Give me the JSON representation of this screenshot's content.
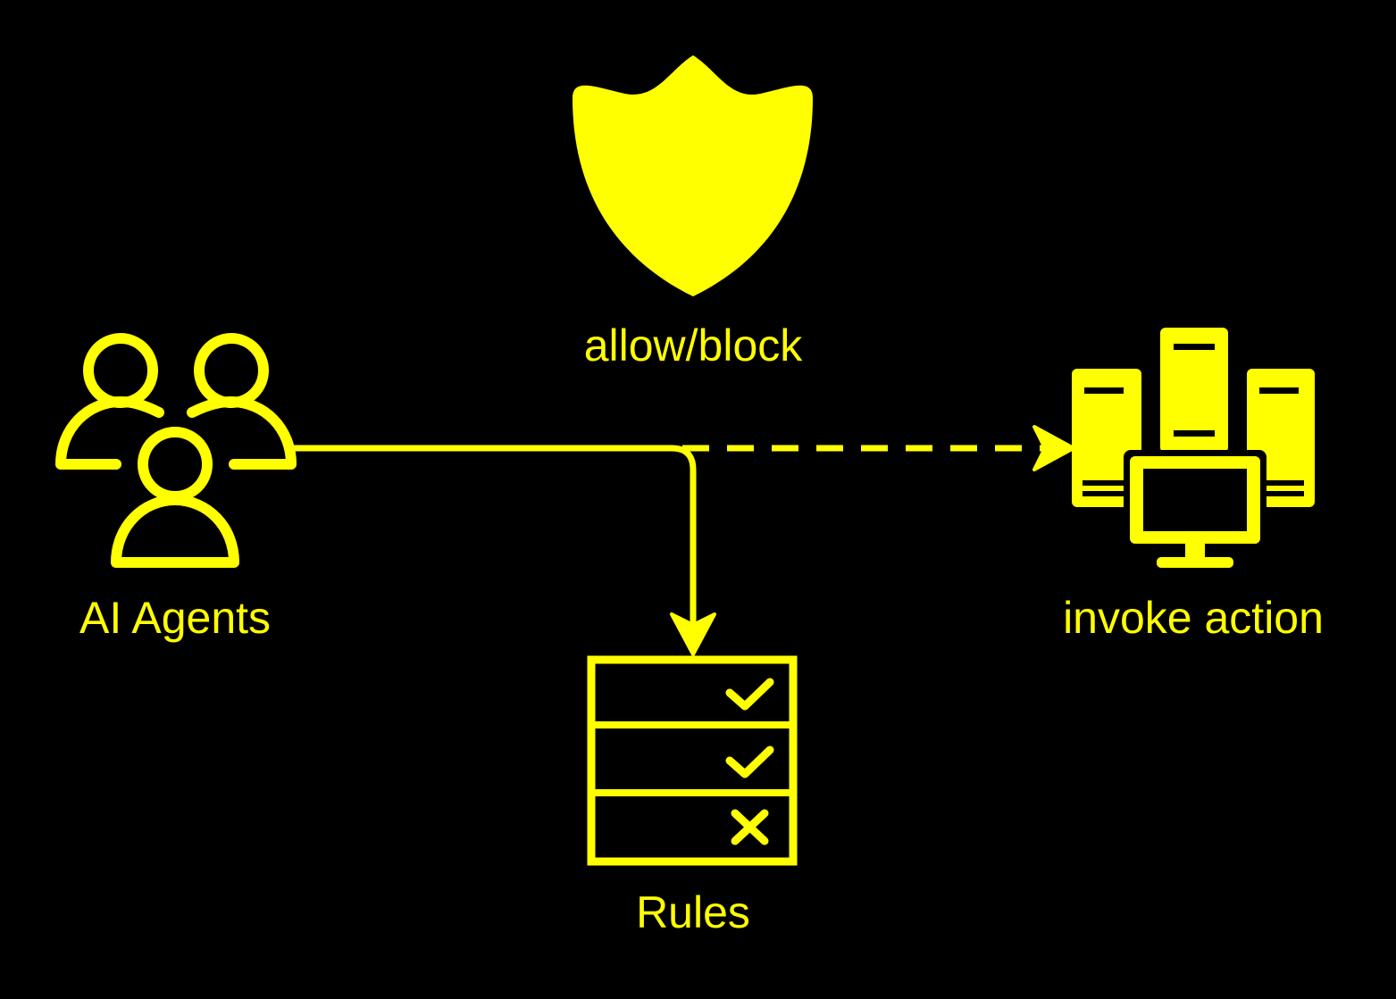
{
  "colors": {
    "background": "#000000",
    "accent": "#FFFF00"
  },
  "nodes": {
    "shield": {
      "icon": "shield-icon",
      "label": "allow/block"
    },
    "agents": {
      "icon": "users-group-icon",
      "label": "AI Agents"
    },
    "servers": {
      "icon": "servers-computer-icon",
      "label": "invoke action"
    },
    "rules": {
      "icon": "rules-checklist-icon",
      "label": "Rules",
      "rows": [
        "check",
        "check",
        "cross"
      ]
    }
  },
  "edges": [
    {
      "from": "agents",
      "to": "rules",
      "style": "solid"
    },
    {
      "from": "agents",
      "to": "servers",
      "style": "dashed"
    }
  ]
}
